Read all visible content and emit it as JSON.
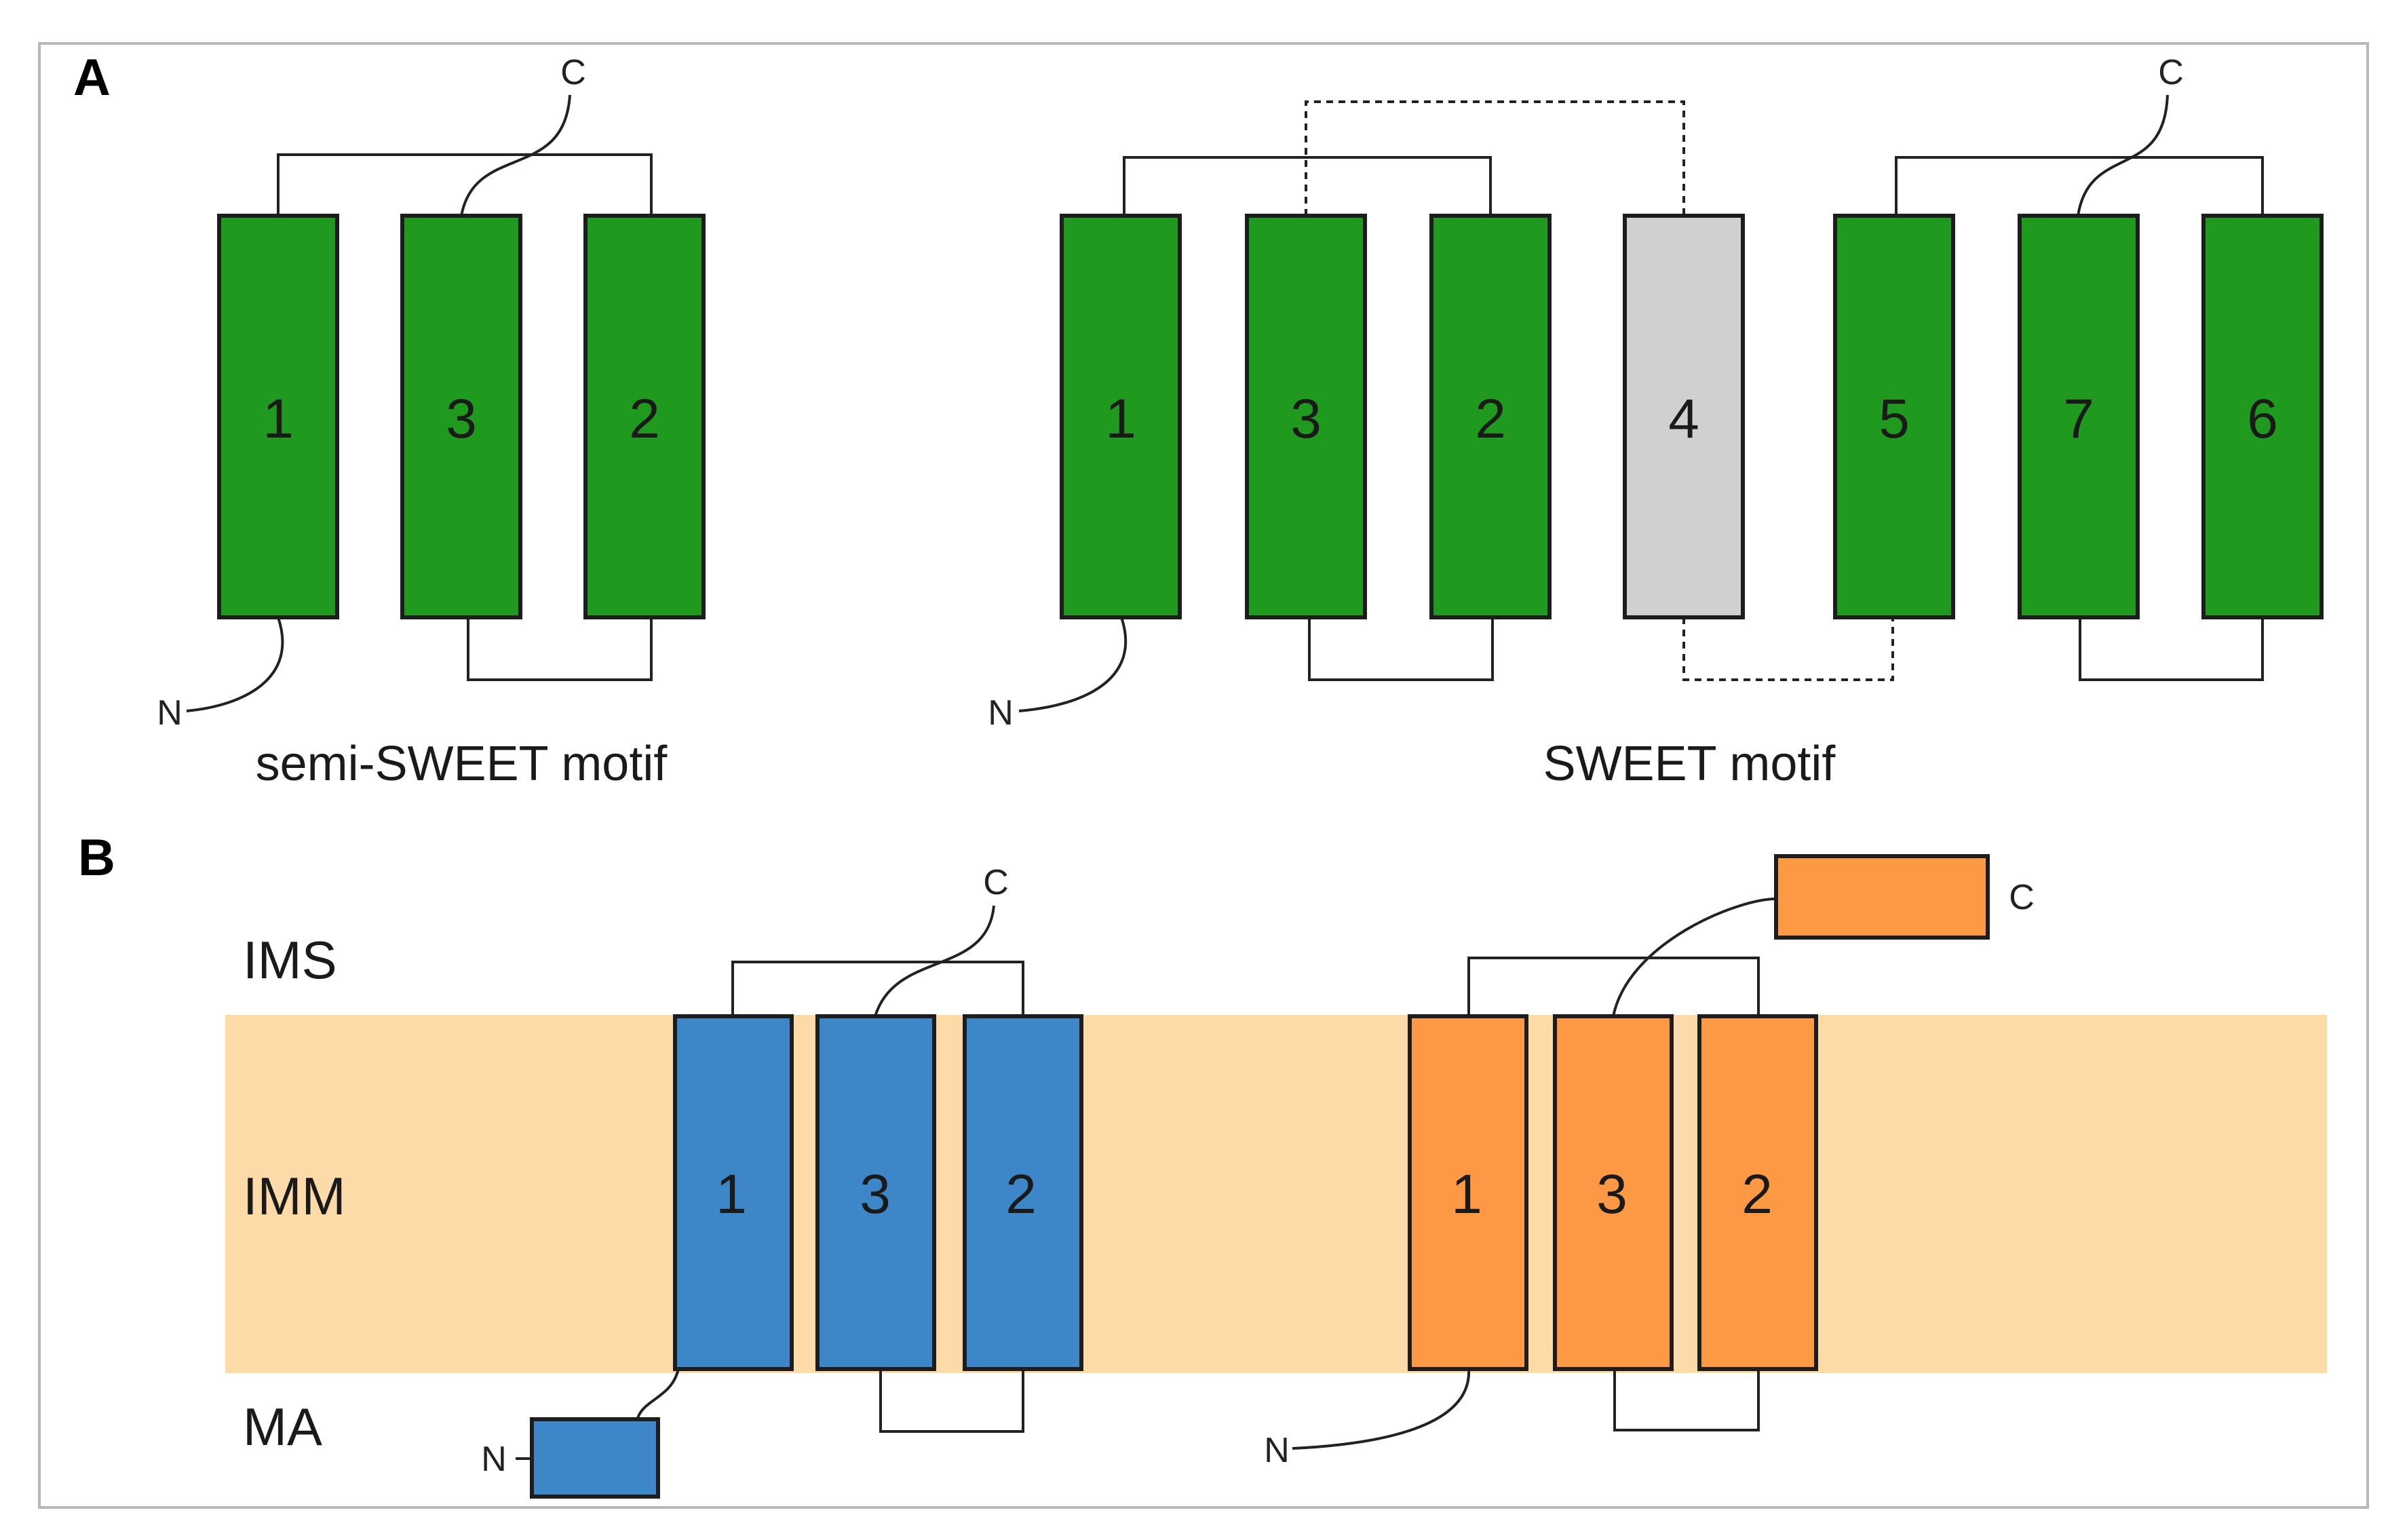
{
  "panel_a": {
    "label": "A",
    "semi_sweet": {
      "caption": "semi-SWEET motif",
      "helices": [
        "1",
        "3",
        "2"
      ],
      "n_label": "N",
      "c_label": "C"
    },
    "sweet": {
      "caption": "SWEET motif",
      "helices": [
        "1",
        "3",
        "2",
        "4",
        "5",
        "7",
        "6"
      ],
      "n_label": "N",
      "c_label": "C"
    }
  },
  "panel_b": {
    "label": "B",
    "regions": {
      "ims": "IMS",
      "imm": "IMM",
      "ma": "MA"
    },
    "blue": {
      "helices": [
        "1",
        "3",
        "2"
      ],
      "n_label": "N",
      "c_label": "C"
    },
    "orange": {
      "helices": [
        "1",
        "3",
        "2"
      ],
      "n_label": "N",
      "c_label": "C"
    }
  },
  "colors": {
    "green": "#1f9a1f",
    "gray": "#d0d0d0",
    "blue": "#3d86c8",
    "orange": "#fd9944",
    "membrane": "#fddba8",
    "frame": "#b8b8b8",
    "outline": "#1d1d1d"
  }
}
